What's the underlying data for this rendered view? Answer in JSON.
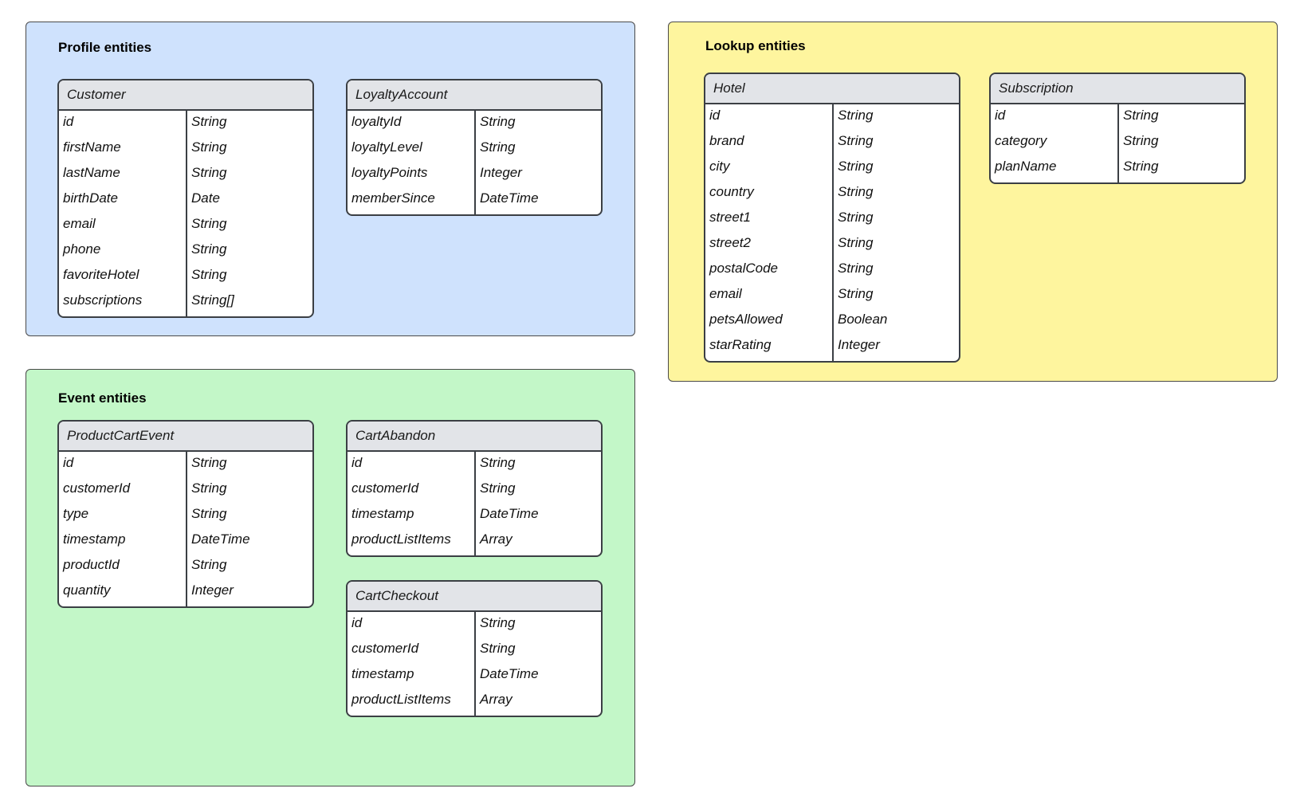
{
  "groups": {
    "profile": {
      "title": "Profile entities",
      "color": "#cfe2fd",
      "entities": {
        "customer": {
          "name": "Customer",
          "fields": [
            {
              "name": "id",
              "type": "String"
            },
            {
              "name": "firstName",
              "type": "String"
            },
            {
              "name": "lastName",
              "type": "String"
            },
            {
              "name": "birthDate",
              "type": "Date"
            },
            {
              "name": "email",
              "type": "String"
            },
            {
              "name": "phone",
              "type": "String"
            },
            {
              "name": "favoriteHotel",
              "type": "String"
            },
            {
              "name": "subscriptions",
              "type": "String[]"
            }
          ]
        },
        "loyalty_account": {
          "name": "LoyaltyAccount",
          "fields": [
            {
              "name": "loyaltyId",
              "type": "String"
            },
            {
              "name": "loyaltyLevel",
              "type": "String"
            },
            {
              "name": "loyaltyPoints",
              "type": "Integer"
            },
            {
              "name": "memberSince",
              "type": "DateTime"
            }
          ]
        }
      }
    },
    "lookup": {
      "title": "Lookup entities",
      "color": "#fef59e",
      "entities": {
        "hotel": {
          "name": "Hotel",
          "fields": [
            {
              "name": "id",
              "type": "String"
            },
            {
              "name": "brand",
              "type": "String"
            },
            {
              "name": "city",
              "type": "String"
            },
            {
              "name": "country",
              "type": "String"
            },
            {
              "name": "street1",
              "type": "String"
            },
            {
              "name": "street2",
              "type": "String"
            },
            {
              "name": "postalCode",
              "type": "String"
            },
            {
              "name": "email",
              "type": "String"
            },
            {
              "name": "petsAllowed",
              "type": "Boolean"
            },
            {
              "name": "starRating",
              "type": "Integer"
            }
          ]
        },
        "subscription": {
          "name": "Subscription",
          "fields": [
            {
              "name": "id",
              "type": "String"
            },
            {
              "name": "category",
              "type": "String"
            },
            {
              "name": "planName",
              "type": "String"
            }
          ]
        }
      }
    },
    "event": {
      "title": "Event entities",
      "color": "#c3f7c8",
      "entities": {
        "product_cart_event": {
          "name": "ProductCartEvent",
          "fields": [
            {
              "name": "id",
              "type": "String"
            },
            {
              "name": "customerId",
              "type": "String"
            },
            {
              "name": "type",
              "type": "String"
            },
            {
              "name": "timestamp",
              "type": "DateTime"
            },
            {
              "name": "productId",
              "type": "String"
            },
            {
              "name": "quantity",
              "type": "Integer"
            }
          ]
        },
        "cart_abandon": {
          "name": "CartAbandon",
          "fields": [
            {
              "name": "id",
              "type": "String"
            },
            {
              "name": "customerId",
              "type": "String"
            },
            {
              "name": "timestamp",
              "type": "DateTime"
            },
            {
              "name": "productListItems",
              "type": "Array"
            }
          ]
        },
        "cart_checkout": {
          "name": "CartCheckout",
          "fields": [
            {
              "name": "id",
              "type": "String"
            },
            {
              "name": "customerId",
              "type": "String"
            },
            {
              "name": "timestamp",
              "type": "DateTime"
            },
            {
              "name": "productListItems",
              "type": "Array"
            }
          ]
        }
      }
    }
  }
}
